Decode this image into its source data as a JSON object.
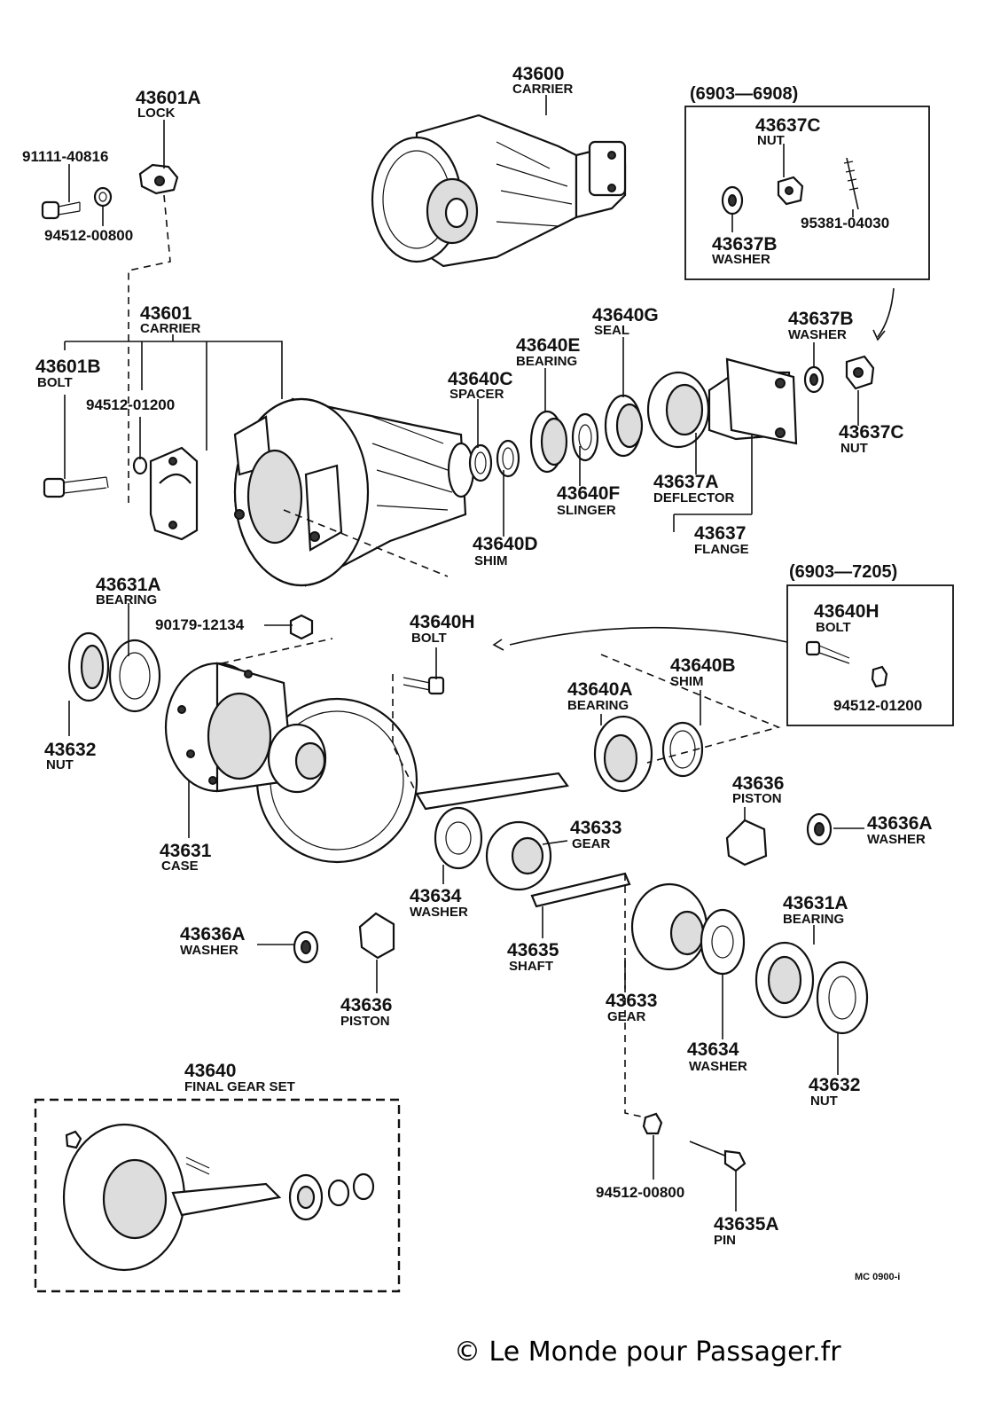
{
  "parts": {
    "carrier_assy": {
      "number": "43600",
      "name": "CARRIER"
    },
    "lock": {
      "number": "43601A",
      "name": "LOCK"
    },
    "bolt_91111": {
      "number": "91111-40816"
    },
    "washer_94512a": {
      "number": "94512-00800"
    },
    "carrier": {
      "number": "43601",
      "name": "CARRIER"
    },
    "bolt_43601b": {
      "number": "43601B",
      "name": "BOLT"
    },
    "washer_94512b": {
      "number": "94512-01200"
    },
    "spacer": {
      "number": "43640C",
      "name": "SPACER"
    },
    "bearing_e": {
      "number": "43640E",
      "name": "BEARING"
    },
    "seal": {
      "number": "43640G",
      "name": "SEAL"
    },
    "washer_43637b": {
      "number": "43637B",
      "name": "WASHER"
    },
    "nut_43637c": {
      "number": "43637C",
      "name": "NUT"
    },
    "slinger": {
      "number": "43640F",
      "name": "SLINGER"
    },
    "deflector": {
      "number": "43637A",
      "name": "DEFLECTOR"
    },
    "shim_d": {
      "number": "43640D",
      "name": "SHIM"
    },
    "flange": {
      "number": "43637",
      "name": "FLANGE"
    },
    "bearing_31a_l": {
      "number": "43631A",
      "name": "BEARING"
    },
    "plug_90179": {
      "number": "90179-12134"
    },
    "bolt_43640h": {
      "number": "43640H",
      "name": "BOLT"
    },
    "shim_b": {
      "number": "43640B",
      "name": "SHIM"
    },
    "bearing_a": {
      "number": "43640A",
      "name": "BEARING"
    },
    "nut_43632_l": {
      "number": "43632",
      "name": "NUT"
    },
    "case": {
      "number": "43631",
      "name": "CASE"
    },
    "piston_r": {
      "number": "43636",
      "name": "PISTON"
    },
    "washer_36a_r": {
      "number": "43636A",
      "name": "WASHER"
    },
    "gear_33_top": {
      "number": "43633",
      "name": "GEAR"
    },
    "washer_34_l": {
      "number": "43634",
      "name": "WASHER"
    },
    "washer_36a_l": {
      "number": "43636A",
      "name": "WASHER"
    },
    "shaft": {
      "number": "43635",
      "name": "SHAFT"
    },
    "piston_l": {
      "number": "43636",
      "name": "PISTON"
    },
    "bearing_31a_r": {
      "number": "43631A",
      "name": "BEARING"
    },
    "gear_33_bot": {
      "number": "43633",
      "name": "GEAR"
    },
    "washer_34_r": {
      "number": "43634",
      "name": "WASHER"
    },
    "nut_43632_r": {
      "number": "43632",
      "name": "NUT"
    },
    "final_gear_set": {
      "number": "43640",
      "name": "FINAL GEAR SET"
    },
    "washer_94512c": {
      "number": "94512-00800"
    },
    "pin": {
      "number": "43635A",
      "name": "PIN"
    }
  },
  "inset_top": {
    "range": "(6903—6908)",
    "nut": {
      "number": "43637C",
      "name": "NUT"
    },
    "stud": {
      "number": "95381-04030"
    },
    "washer": {
      "number": "43637B",
      "name": "WASHER"
    }
  },
  "inset_mid": {
    "range": "(6903—7205)",
    "bolt": {
      "number": "43640H",
      "name": "BOLT"
    },
    "washer": {
      "number": "94512-01200"
    }
  },
  "figure_code": "MC 0900-i",
  "watermark": "© Le Monde pour Passager.fr"
}
